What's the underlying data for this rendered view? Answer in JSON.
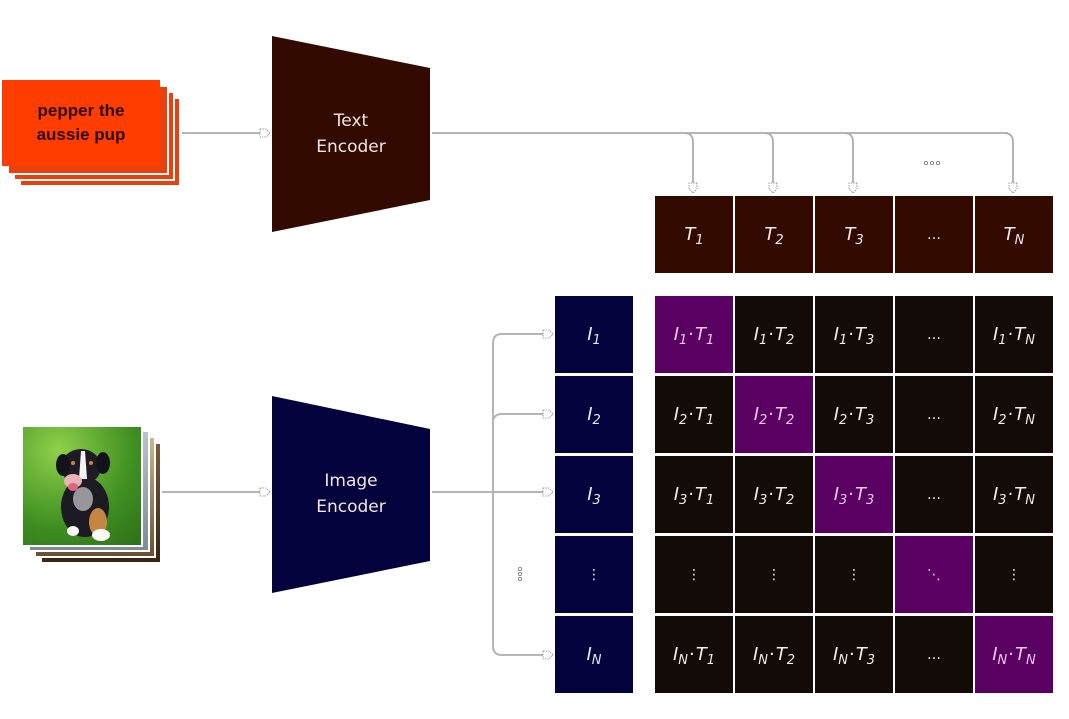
{
  "text_input": {
    "caption": "pepper the aussie pup",
    "line1": "pepper the",
    "line2": "aussie pup"
  },
  "image_input": {
    "description": "photo of a puppy (Australian shepherd) sitting on grass"
  },
  "text_encoder": {
    "line1": "Text",
    "line2": "Encoder",
    "color": "#330a00"
  },
  "image_encoder": {
    "line1": "Image",
    "line2": "Encoder",
    "color": "#03023d"
  },
  "ellipsis_top": "...",
  "ellipsis_left": "⋮",
  "text_embeddings": [
    {
      "base": "T",
      "sub": "1"
    },
    {
      "base": "T",
      "sub": "2"
    },
    {
      "base": "T",
      "sub": "3"
    },
    {
      "base": "…",
      "sub": ""
    },
    {
      "base": "T",
      "sub": "N"
    }
  ],
  "image_embeddings": [
    {
      "base": "I",
      "sub": "1"
    },
    {
      "base": "I",
      "sub": "2"
    },
    {
      "base": "I",
      "sub": "3"
    },
    {
      "base": "⋮",
      "sub": ""
    },
    {
      "base": "I",
      "sub": "N"
    }
  ],
  "matrix": [
    [
      "I1·T1",
      "I1·T2",
      "I1·T3",
      "…",
      "I1·TN"
    ],
    [
      "I2·T1",
      "I2·T2",
      "I2·T3",
      "…",
      "I2·TN"
    ],
    [
      "I3·T1",
      "I3·T2",
      "I3·T3",
      "…",
      "I3·TN"
    ],
    [
      "⋮",
      "⋮",
      "⋮",
      "⋱",
      "⋮"
    ],
    [
      "IN·T1",
      "IN·T2",
      "IN·T3",
      "…",
      "IN·TN"
    ]
  ],
  "colors": {
    "text_card": "#ff3d00",
    "text_embedding": "#330a00",
    "image_embedding": "#03023d",
    "matrix_cell": "#120b08",
    "diagonal_highlight": "#5a0062",
    "wire": "#b5b5b5"
  }
}
